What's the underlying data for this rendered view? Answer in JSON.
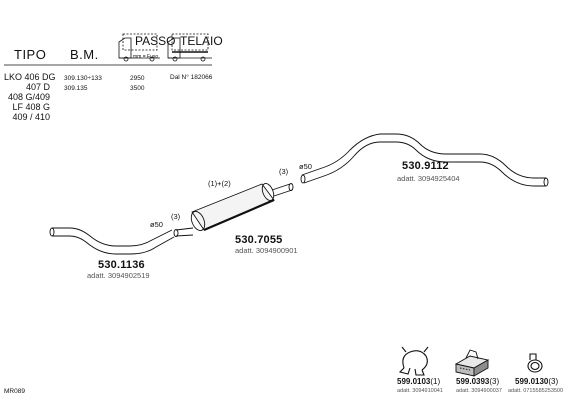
{
  "header": {
    "tipo": "TIPO",
    "bm": "B.M.",
    "passo": {
      "label": "PASSO",
      "sub": "mm = Fuso"
    },
    "telaio": {
      "label": "TELAIO"
    }
  },
  "table": {
    "tipo_lines": [
      "LKO  406  DG",
      "407  D",
      "408  G/409",
      "LF  408  G",
      "409  /  410"
    ],
    "bm_lines": [
      "309.130÷133",
      "309.135"
    ],
    "passo_lines": [
      "2950",
      "3500"
    ],
    "telaio_lines": [
      "Dal  N°  182066"
    ]
  },
  "parts": [
    {
      "number": "530.1136",
      "adatt": "adatt. 3094902519",
      "annot_qty": "(3)",
      "annot_diam": "ø50"
    },
    {
      "number": "530.7055",
      "adatt": "adatt. 3094900901",
      "annot_qty": "(1)+(2)",
      "annot_qty2": "(3)"
    },
    {
      "number": "530.9112",
      "adatt": "adatt. 3094925404",
      "annot_qty": "(3)",
      "annot_diam": "ø50"
    }
  ],
  "accessories": [
    {
      "number": "599.0103",
      "qty": "(1)",
      "adatt": "adatt. 3094910041",
      "icon": "clamp-icon"
    },
    {
      "number": "599.0393",
      "qty": "(3)",
      "adatt": "adatt. 3094900037",
      "icon": "mounting-block-icon"
    },
    {
      "number": "599.0130",
      "qty": "(3)",
      "adatt": "adatt. 0715585253500",
      "icon": "hose-clamp-icon"
    }
  ],
  "footer": {
    "code": "MR089"
  },
  "colors": {
    "line": "#111111",
    "muted": "#555555"
  }
}
